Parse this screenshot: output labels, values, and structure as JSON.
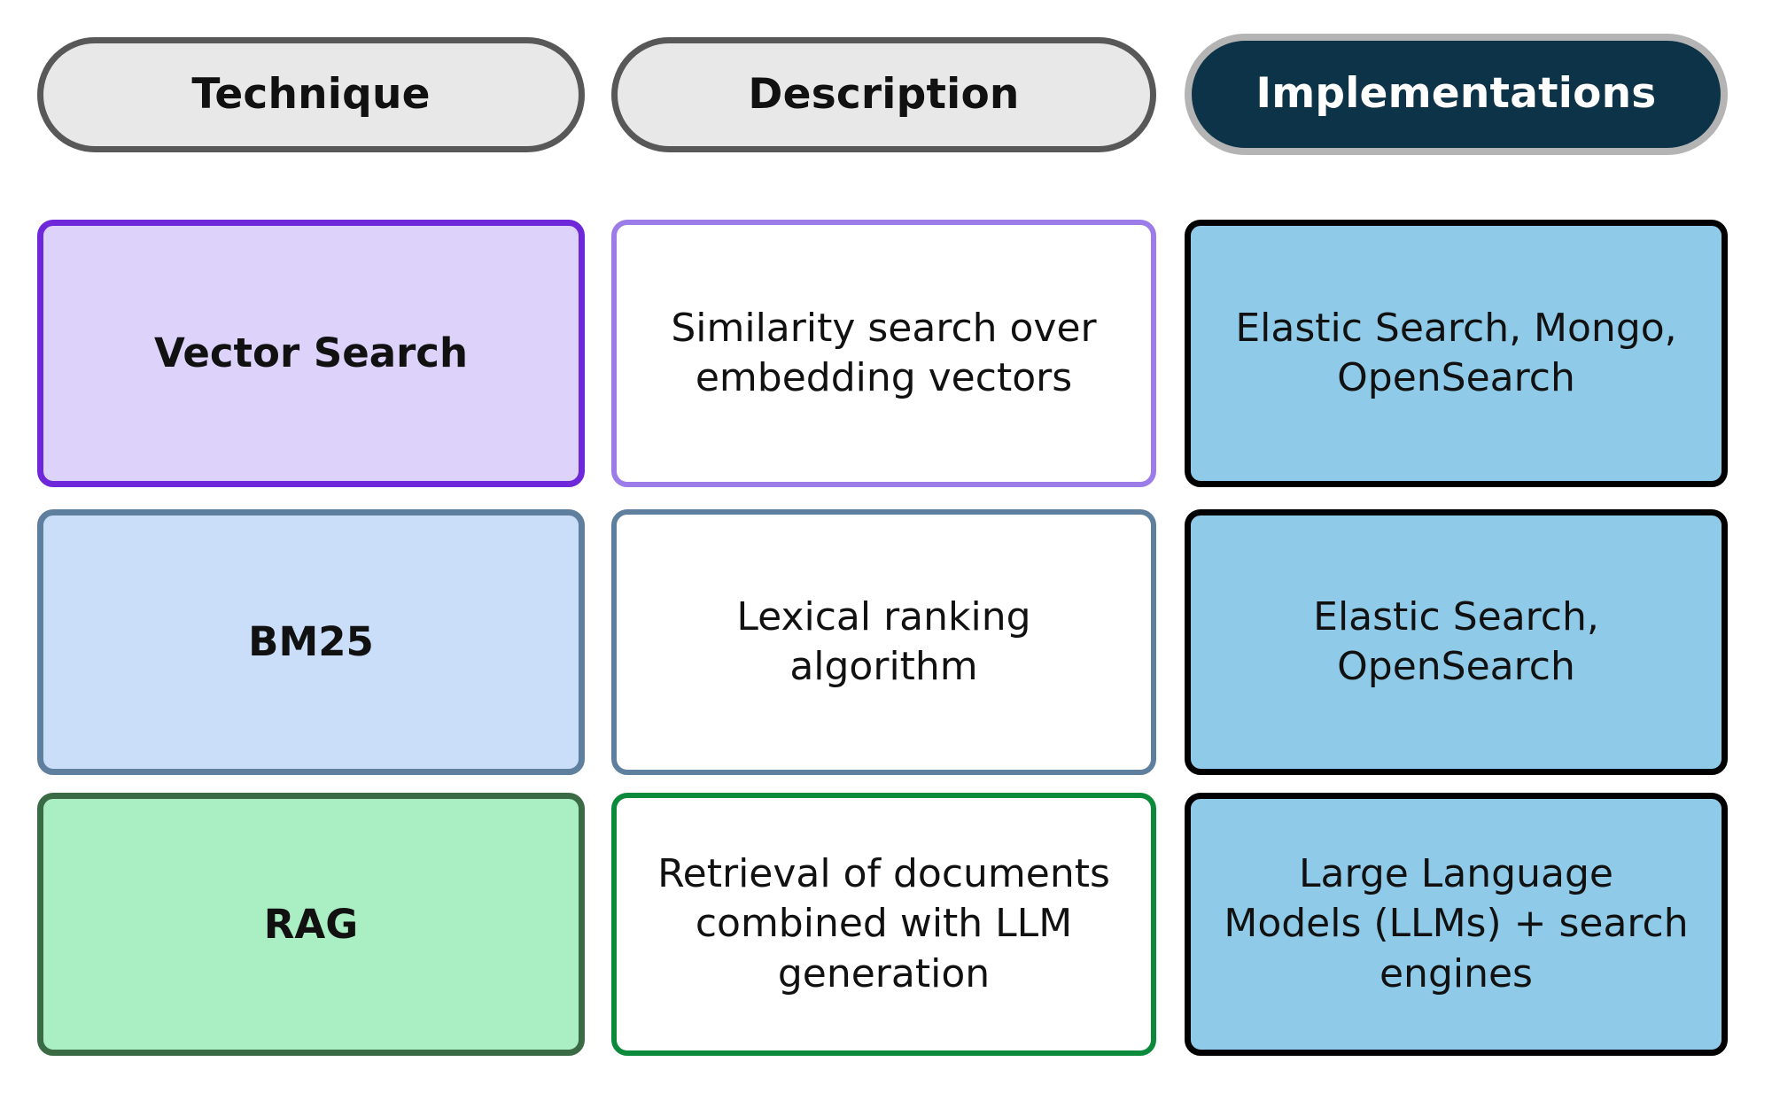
{
  "table": {
    "columns": [
      {
        "key": "technique",
        "label": "Technique"
      },
      {
        "key": "description",
        "label": "Description"
      },
      {
        "key": "implementations",
        "label": "Implementations"
      }
    ],
    "rows": [
      {
        "technique": "Vector Search",
        "description": "Similarity search over\nembedding vectors",
        "implementations": "Elastic Search, Mongo,\nOpenSearch"
      },
      {
        "technique": "BM25",
        "description": "Lexical ranking\nalgorithm",
        "implementations": "Elastic Search,\nOpenSearch"
      },
      {
        "technique": "RAG",
        "description": "Retrieval of documents\ncombined with LLM\ngeneration",
        "implementations": "Large Language\nModels (LLMs) + search\nengines"
      }
    ]
  },
  "colors": {
    "header_fill": "#e8e8e8",
    "header_border": "#585858",
    "header_accent_fill": "#0d3349",
    "header_accent_border": "#b4b4b4",
    "header_accent_text": "#ffffff",
    "row1_fill": "#ddd2fa",
    "row1_border": "#6f28d9",
    "row1_desc_border": "#9b7ce8",
    "row2_fill": "#cadefa",
    "row2_border": "#5f7f9e",
    "row2_desc_border": "#5f7f9e",
    "row3_fill": "#aaeec4",
    "row3_border": "#3a6b45",
    "row3_desc_border": "#0c8a3c",
    "impl_fill": "#8fcbe8",
    "impl_border": "#000000",
    "text": "#111111",
    "page_background": "#ffffff"
  }
}
